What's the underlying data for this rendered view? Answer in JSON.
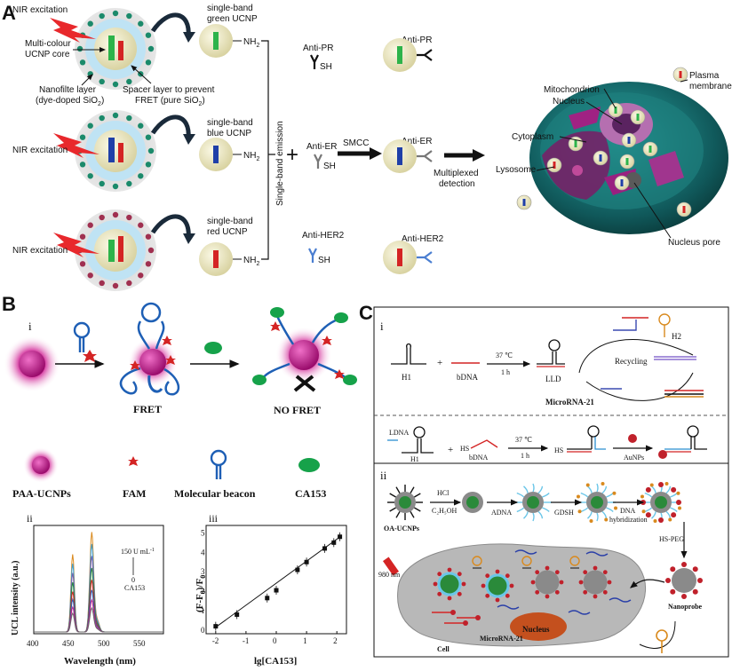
{
  "panelA": {
    "letter": "A",
    "rows": [
      {
        "excitation": "NIR excitation",
        "bead_label": "single-band green UCNP",
        "bead_line1": "single-band",
        "bead_line2": "green UCNP",
        "amine": "NH",
        "amine_sub": "2",
        "antibody": "Anti-PR",
        "sh": "SH",
        "conj_label": "Anti-PR",
        "bar_color": "#2db34a"
      },
      {
        "excitation": "NIR excitation",
        "bead_label": "single-band blue UCNP",
        "bead_line1": "single-band",
        "bead_line2": "blue UCNP",
        "amine": "NH",
        "amine_sub": "2",
        "antibody": "Anti-ER",
        "sh": "SH",
        "conj_label": "Anti-ER",
        "bar_color": "#1f3fa8"
      },
      {
        "excitation": "NIR excitation",
        "bead_label": "single-band red UCNP",
        "bead_line1": "single-band",
        "bead_line2": "red UCNP",
        "amine": "NH",
        "amine_sub": "2",
        "antibody": "Anti-HER2",
        "sh": "SH",
        "conj_label": "Anti-HER2",
        "bar_color": "#d42424"
      }
    ],
    "core_label_1": "Multi-colour",
    "core_label_2": "UCNP core",
    "nanofilter_1": "Nanofilte layer",
    "nanofilter_2": "(dye-doped SiO",
    "nanofilter_sub": "2",
    "spacer_1": "Spacer layer to prevent",
    "spacer_2": "FRET (pure SiO",
    "spacer_sub": "2",
    "single_emission": "Single-band emission",
    "plus": "+",
    "smcc": "SMCC",
    "multiplexed_1": "Multiplexed",
    "multiplexed_2": "detection",
    "cell_labels": {
      "mitochondrion": "Mitochondrion",
      "nucleus": "Nucleus",
      "plasma_1": "Plasma",
      "plasma_2": "membrane",
      "cytoplasm": "Cytoplasm",
      "lysosome": "Lysosome",
      "nucleus_pore": "Nucleus pore"
    }
  },
  "panelB": {
    "letter": "B",
    "sub_i": "i",
    "fret": "FRET",
    "no_fret": "NO FRET",
    "legend": [
      "PAA-UCNPs",
      "FAM",
      "Molecular beacon",
      "CA153"
    ],
    "sub_ii": "ii",
    "spectrum": {
      "ylabel": "UCL intensity (a.u.)",
      "xlabel": "Wavelength (nm)",
      "xticks": [
        "400",
        "450",
        "500",
        "550"
      ],
      "note_top": "150 U mL",
      "note_sup": "-1",
      "note_zero": "0",
      "note_bottom": "CA153"
    },
    "sub_iii": "iii",
    "calib": {
      "ylabel_main": "(F-F",
      "ylabel_sub": "0",
      "ylabel_end": ")/F",
      "ylabel_sub2": "0",
      "xlabel": "lg[CA153]",
      "xticks": [
        "-2",
        "-1",
        "0",
        "1",
        "2"
      ],
      "yticks": [
        "0",
        "1",
        "2",
        "3",
        "4",
        "5"
      ]
    }
  },
  "panelC": {
    "letter": "C",
    "sub_i": "i",
    "h1": "H1",
    "bdna": "bDNA",
    "temp": "37 ℃",
    "time": "1 h",
    "lld": "LLD",
    "recycling": "Recycling",
    "h2": "H2",
    "microrna": "MicroRNA-21",
    "ldna": "LDNA",
    "hs": "HS",
    "aunps": "AuNPs",
    "sub_ii": "ii",
    "oa_ucnps": "OA-UCNPs",
    "hcl": "HCl",
    "ethanol": "C",
    "ethanol_full": "C₂H₅OH",
    "adna": "ADNA",
    "gdsh": "GDSH",
    "dna_1": "DNA",
    "dna_2": "hybridization",
    "hs_peg": "HS-PEG",
    "nanoprobe": "Nanoprobe",
    "nm980": "980 nm",
    "cell": "Cell",
    "microrna_cell": "MicroRNA-21",
    "nucleus": "Nucleus"
  },
  "colors": {
    "green": "#2db34a",
    "blue": "#1f3fa8",
    "red": "#d42424",
    "magenta": "#c0208a",
    "bead": "#efeac2",
    "cell": "#b8b8b8"
  }
}
